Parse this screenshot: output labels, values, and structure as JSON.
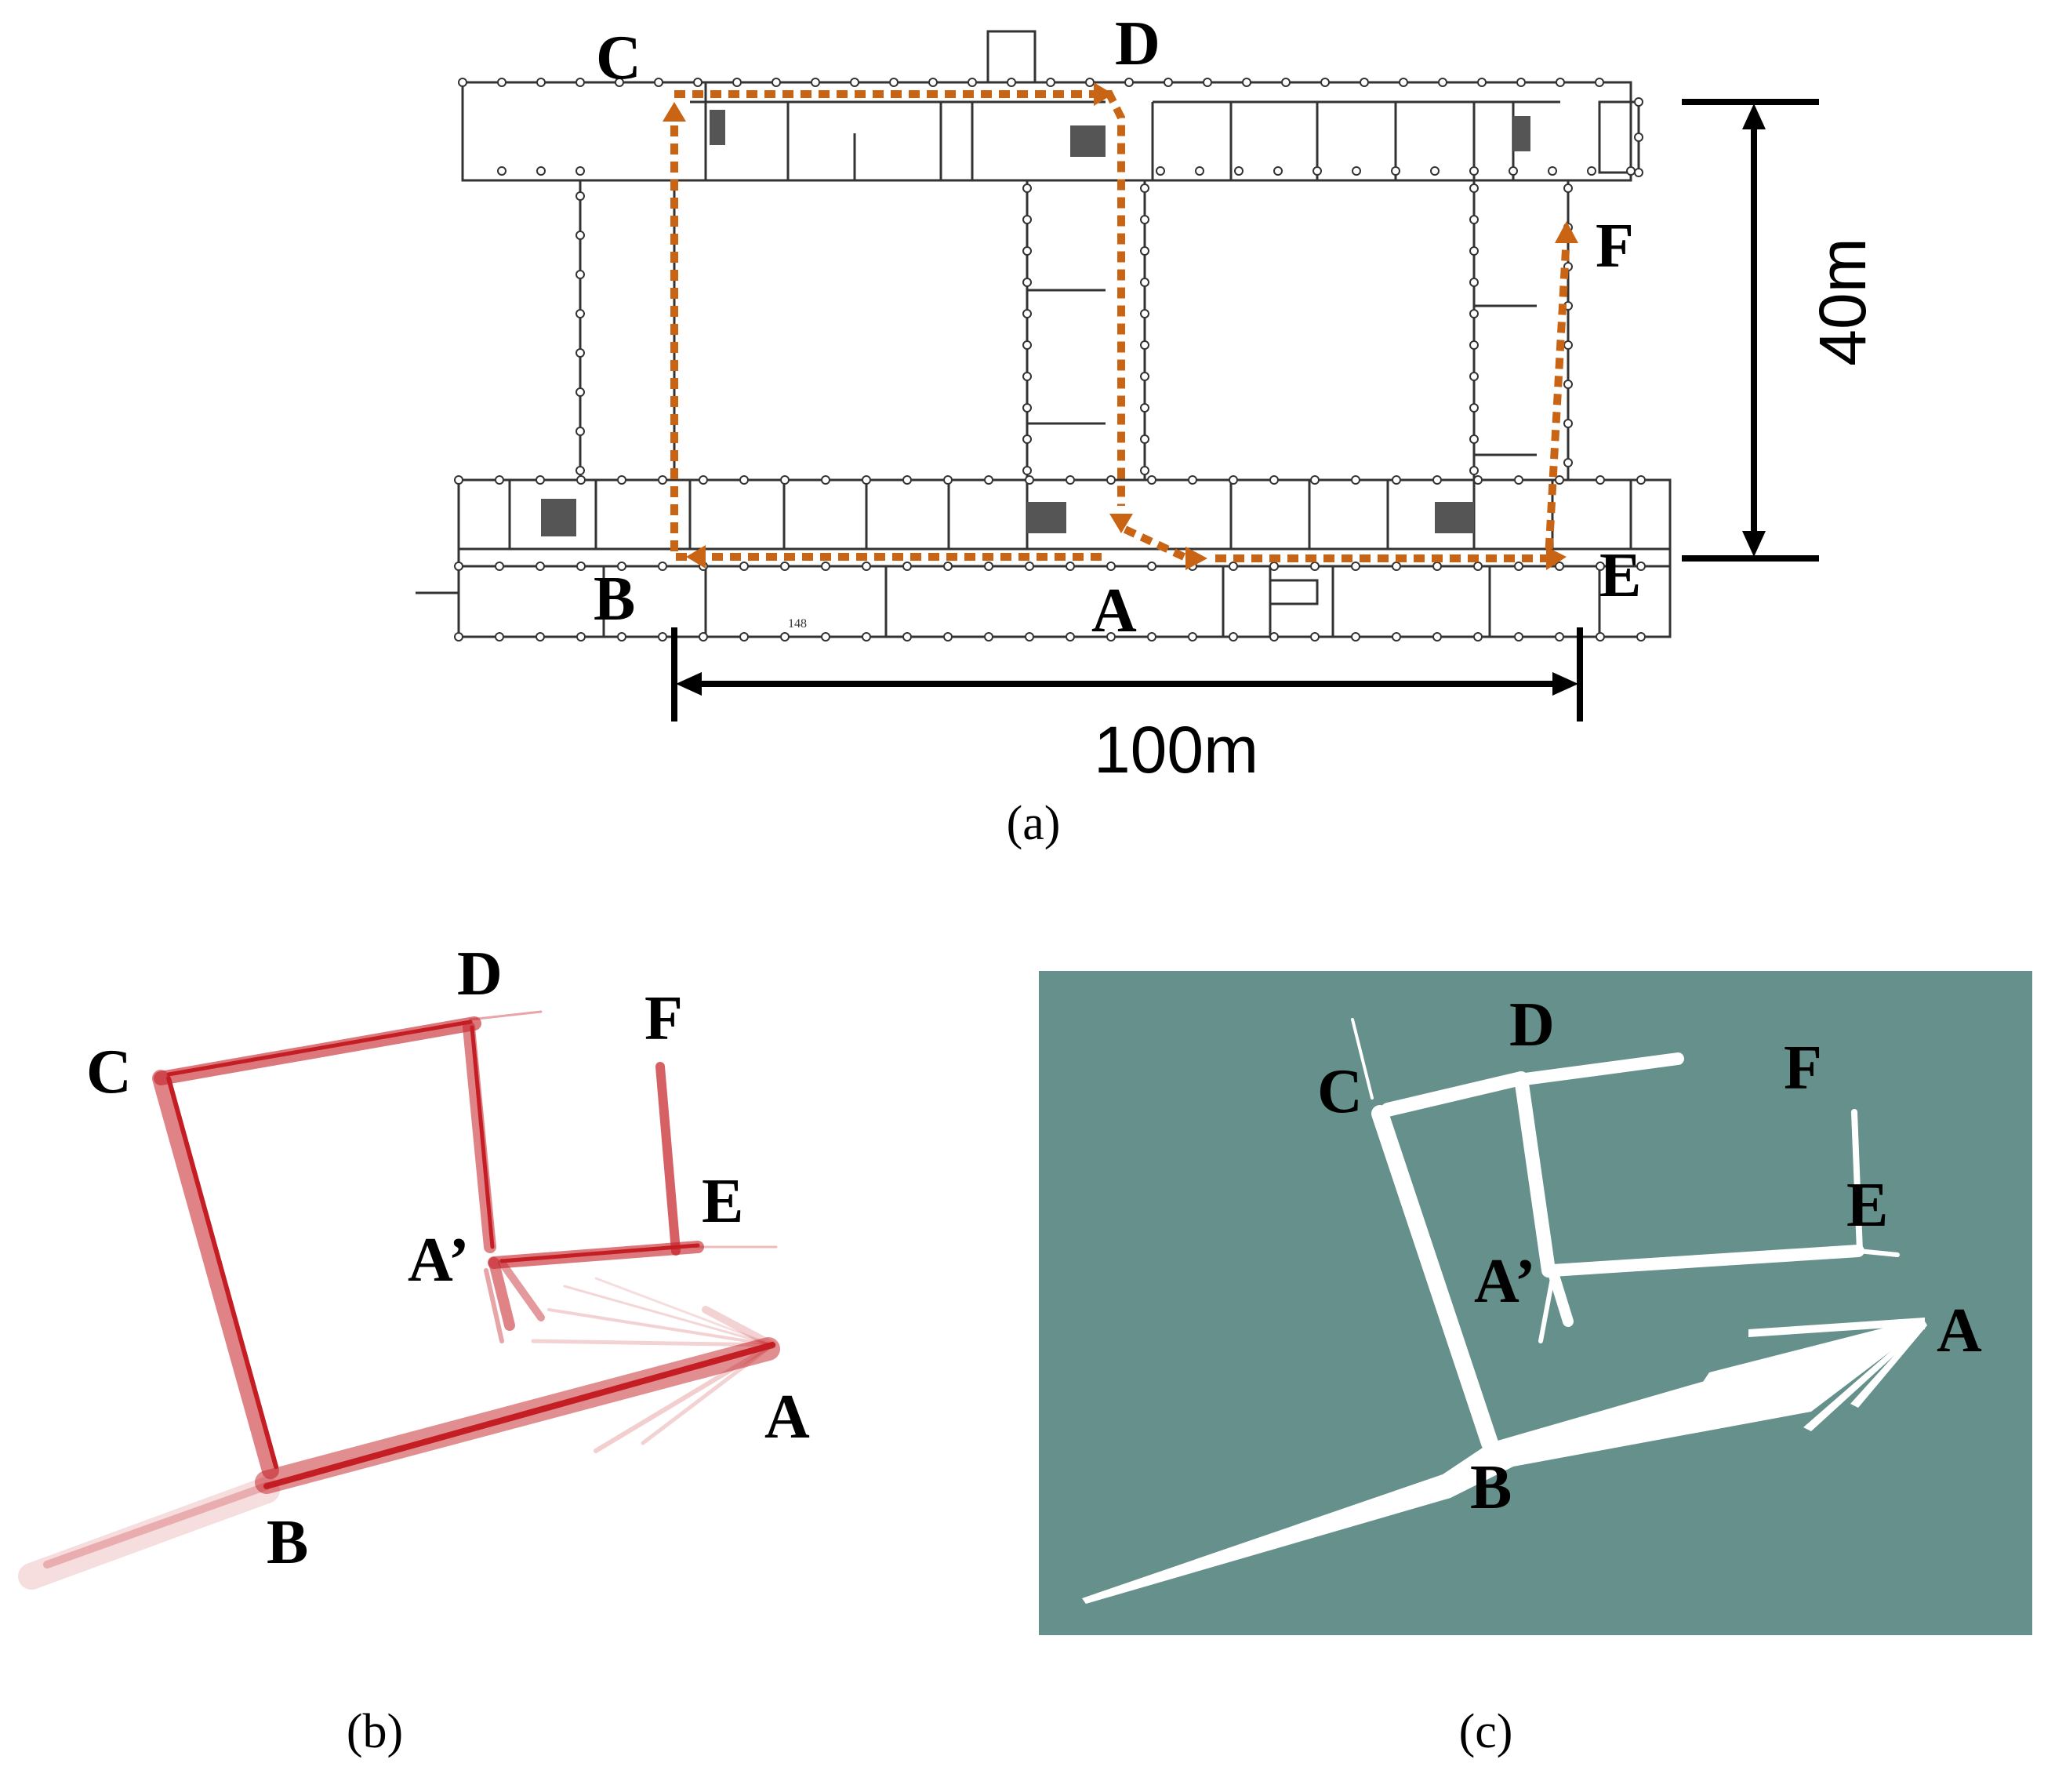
{
  "panel_a": {
    "caption": "(a)",
    "points": [
      "A",
      "B",
      "C",
      "D",
      "E",
      "F"
    ],
    "dim_horizontal": "100m",
    "dim_vertical": "40m",
    "room_number": "148",
    "colors": {
      "route": "#c86414",
      "walls": "#333333"
    }
  },
  "panel_b": {
    "caption": "(b)",
    "points": [
      "A",
      "A’",
      "B",
      "C",
      "D",
      "E",
      "F"
    ],
    "colors": {
      "map": "#c41e24"
    }
  },
  "panel_c": {
    "caption": "(c)",
    "points": [
      "A",
      "A’",
      "B",
      "C",
      "D",
      "E",
      "F"
    ],
    "colors": {
      "background": "#66908b",
      "map": "#ffffff"
    }
  }
}
